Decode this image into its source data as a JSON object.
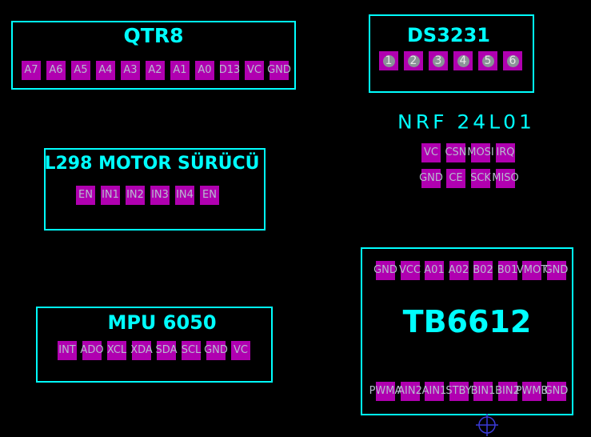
{
  "modules": {
    "qtr8": {
      "title": "QTR8",
      "pins": [
        "A7",
        "A6",
        "A5",
        "A4",
        "A3",
        "A2",
        "A1",
        "A0",
        "D13",
        "VC",
        "GND"
      ]
    },
    "ds3231": {
      "title": "DS3231",
      "pins": [
        "1",
        "2",
        "3",
        "4",
        "5",
        "6"
      ]
    },
    "nrf": {
      "title": "NRF 24L01",
      "row1": [
        "VC",
        "CSN",
        "MOSI",
        "IRQ"
      ],
      "row2": [
        "GND",
        "CE",
        "SCK",
        "MISO"
      ]
    },
    "l298": {
      "title": "L298 MOTOR SÜRÜCÜ",
      "pins": [
        "EN",
        "IN1",
        "IN2",
        "IN3",
        "IN4",
        "EN"
      ]
    },
    "mpu": {
      "title": "MPU 6050",
      "pins": [
        "INT",
        "ADO",
        "XCL",
        "XDA",
        "SDA",
        "SCL",
        "GND",
        "VC"
      ]
    },
    "tb6612": {
      "title": "TB6612",
      "top": [
        "GND",
        "VCC",
        "A01",
        "A02",
        "B02",
        "B01",
        "VMOT",
        "GND"
      ],
      "bottom": [
        "PWMA",
        "AIN2",
        "AIN1",
        "STBY",
        "BIN1",
        "BIN2",
        "PWMB",
        "GND"
      ]
    }
  },
  "colors": {
    "outline": "#00ffff",
    "pad": "#b000b0",
    "pin_text": "#b8bcd0",
    "background": "#000000"
  },
  "icons": {
    "origin": "crosshair-icon"
  }
}
